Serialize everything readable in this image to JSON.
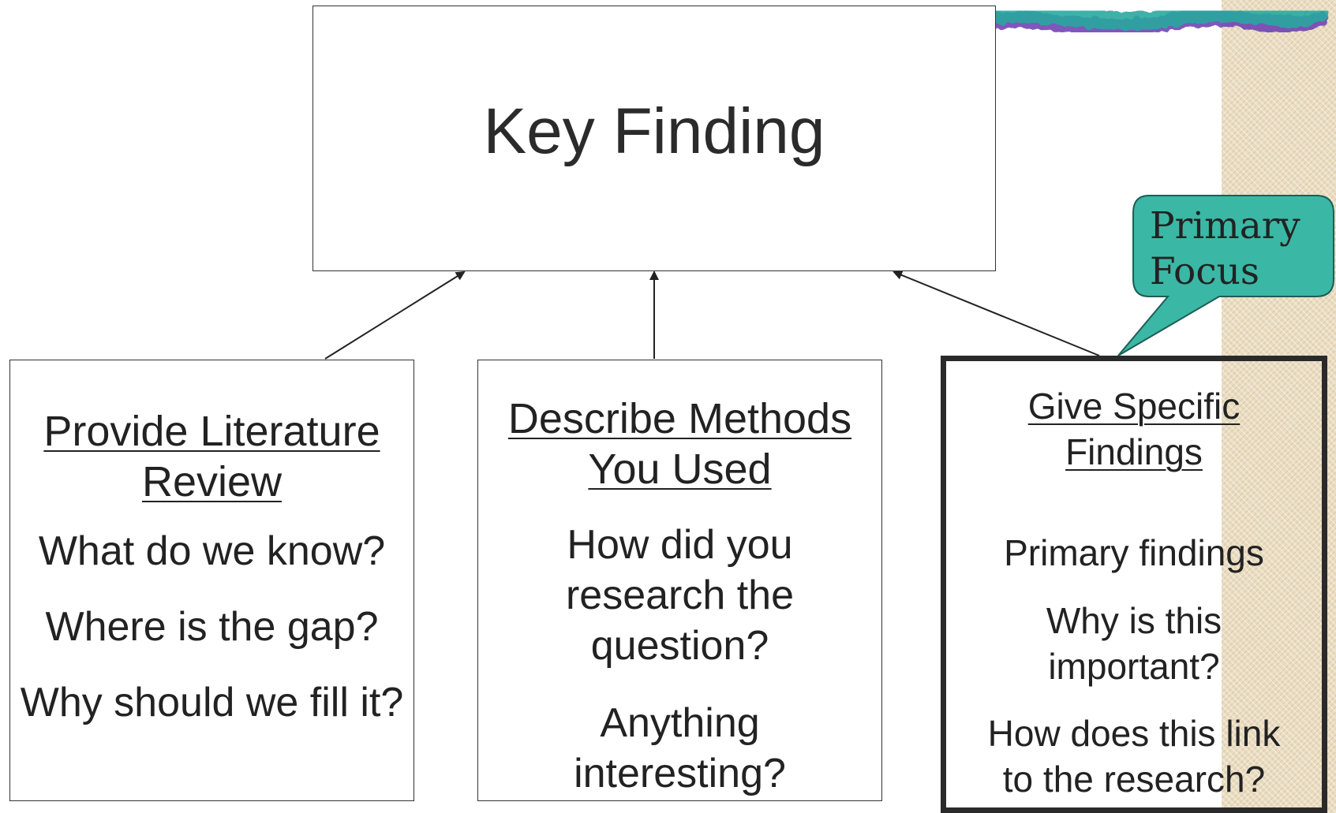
{
  "key_box": {
    "title": "Key Finding"
  },
  "boxes": [
    {
      "heading": "Provide Literature\nReview",
      "lines": [
        "What do we know?",
        "Where is the gap?",
        "Why should we fill it?"
      ]
    },
    {
      "heading": "Describe Methods\nYou Used",
      "lines": [
        "How did you\nresearch the\nquestion?",
        "Anything\ninteresting?"
      ]
    },
    {
      "heading": "Give Specific\nFindings",
      "lines": [
        "Primary findings",
        "Why is this\nimportant?",
        "How does this link\nto the research?"
      ]
    }
  ],
  "callout": {
    "text": "Primary\nFocus",
    "color": "#3bb7a5"
  },
  "colors": {
    "brush_teal": "#2aa9a0",
    "brush_purple": "#6a3ab0",
    "texture": "#eadcc0"
  }
}
